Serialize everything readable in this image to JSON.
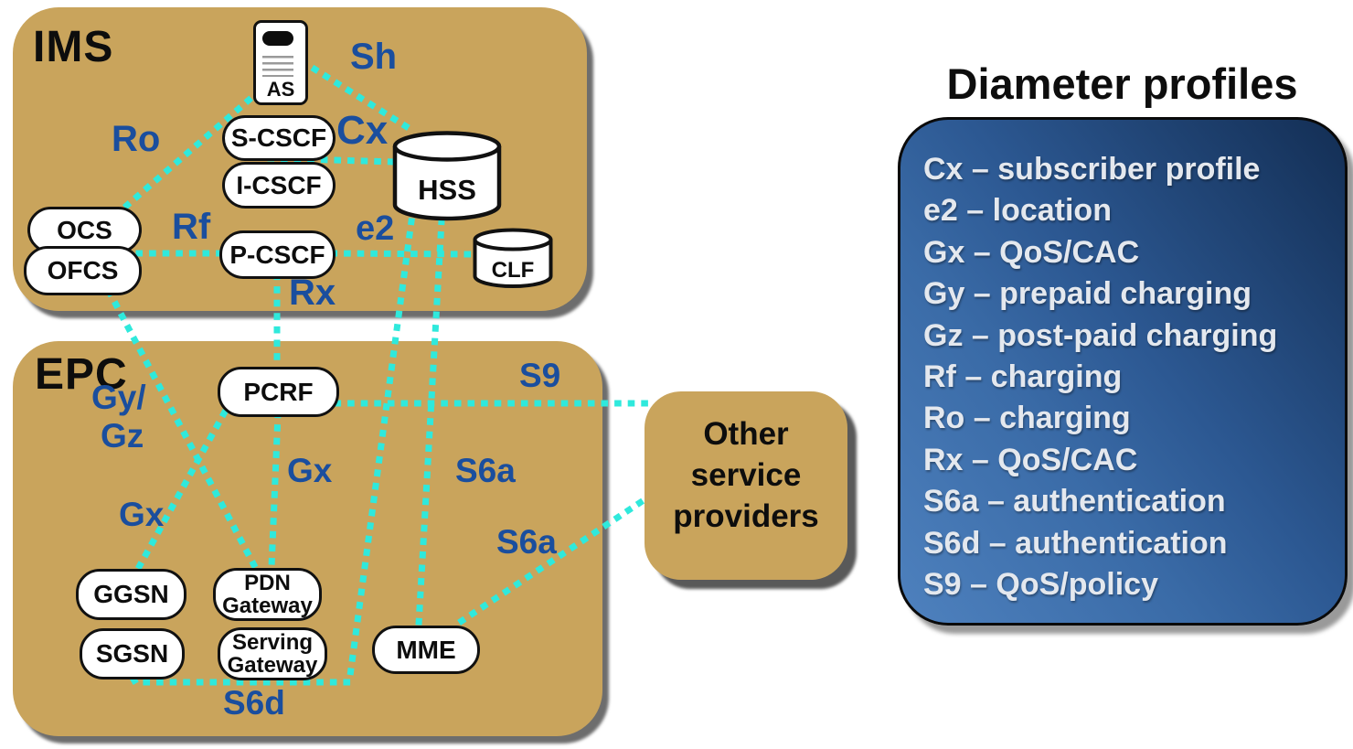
{
  "regions": {
    "ims_label": "IMS",
    "epc_label": "EPC",
    "other_service_providers": "Other\nservice\nproviders"
  },
  "nodes": {
    "as": "AS",
    "scscf": "S-CSCF",
    "icscf": "I-CSCF",
    "hss": "HSS",
    "ocs": "OCS",
    "ofcs": "OFCS",
    "pcscf": "P-CSCF",
    "clf": "CLF",
    "pcrf": "PCRF",
    "ggsn": "GGSN",
    "pdn_gateway": "PDN\nGateway",
    "sgsn": "SGSN",
    "serving_gateway": "Serving\nGateway",
    "mme": "MME"
  },
  "edge_labels": {
    "sh": "Sh",
    "ro": "Ro",
    "cx": "Cx",
    "rf": "Rf",
    "e2": "e2",
    "rx": "Rx",
    "s9": "S9",
    "gy": "Gy/",
    "gz": "Gz",
    "gx_pdn": "Gx",
    "gx_ggsn": "Gx",
    "s6a_hss_mme": "S6a",
    "s6a_mme_osp": "S6a",
    "s6d": "S6d"
  },
  "panel": {
    "title": "Diameter profiles",
    "items": [
      "Cx – subscriber profile",
      "e2 – location",
      "Gx – QoS/CAC",
      "Gy – prepaid charging",
      "Gz – post-paid charging",
      "Rf – charging",
      "Ro – charging",
      "Rx – QoS/CAC",
      "S6a – authentication",
      "S6d – authentication",
      "S9 – QoS/policy"
    ]
  },
  "colors": {
    "region_fill": "#C9A45C",
    "connector_cyan": "#2FE9DC",
    "interface_label_blue": "#1A4E9E",
    "panel_gradient_light": "#4E81BE",
    "panel_gradient_dark": "#132E54",
    "panel_text": "#E4E8EE"
  }
}
